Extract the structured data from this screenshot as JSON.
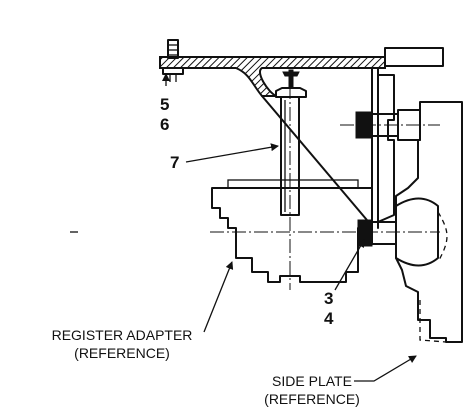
{
  "callouts": {
    "item_5": "5",
    "item_6": "6",
    "item_7": "7",
    "item_3": "3",
    "item_4": "4"
  },
  "labels": {
    "register_adapter_line1": "REGISTER ADAPTER",
    "register_adapter_line2": "(REFERENCE)",
    "side_plate_line1": "SIDE PLATE",
    "side_plate_line2": "(REFERENCE)"
  },
  "colors": {
    "ink": "#111111",
    "background": "#ffffff"
  }
}
